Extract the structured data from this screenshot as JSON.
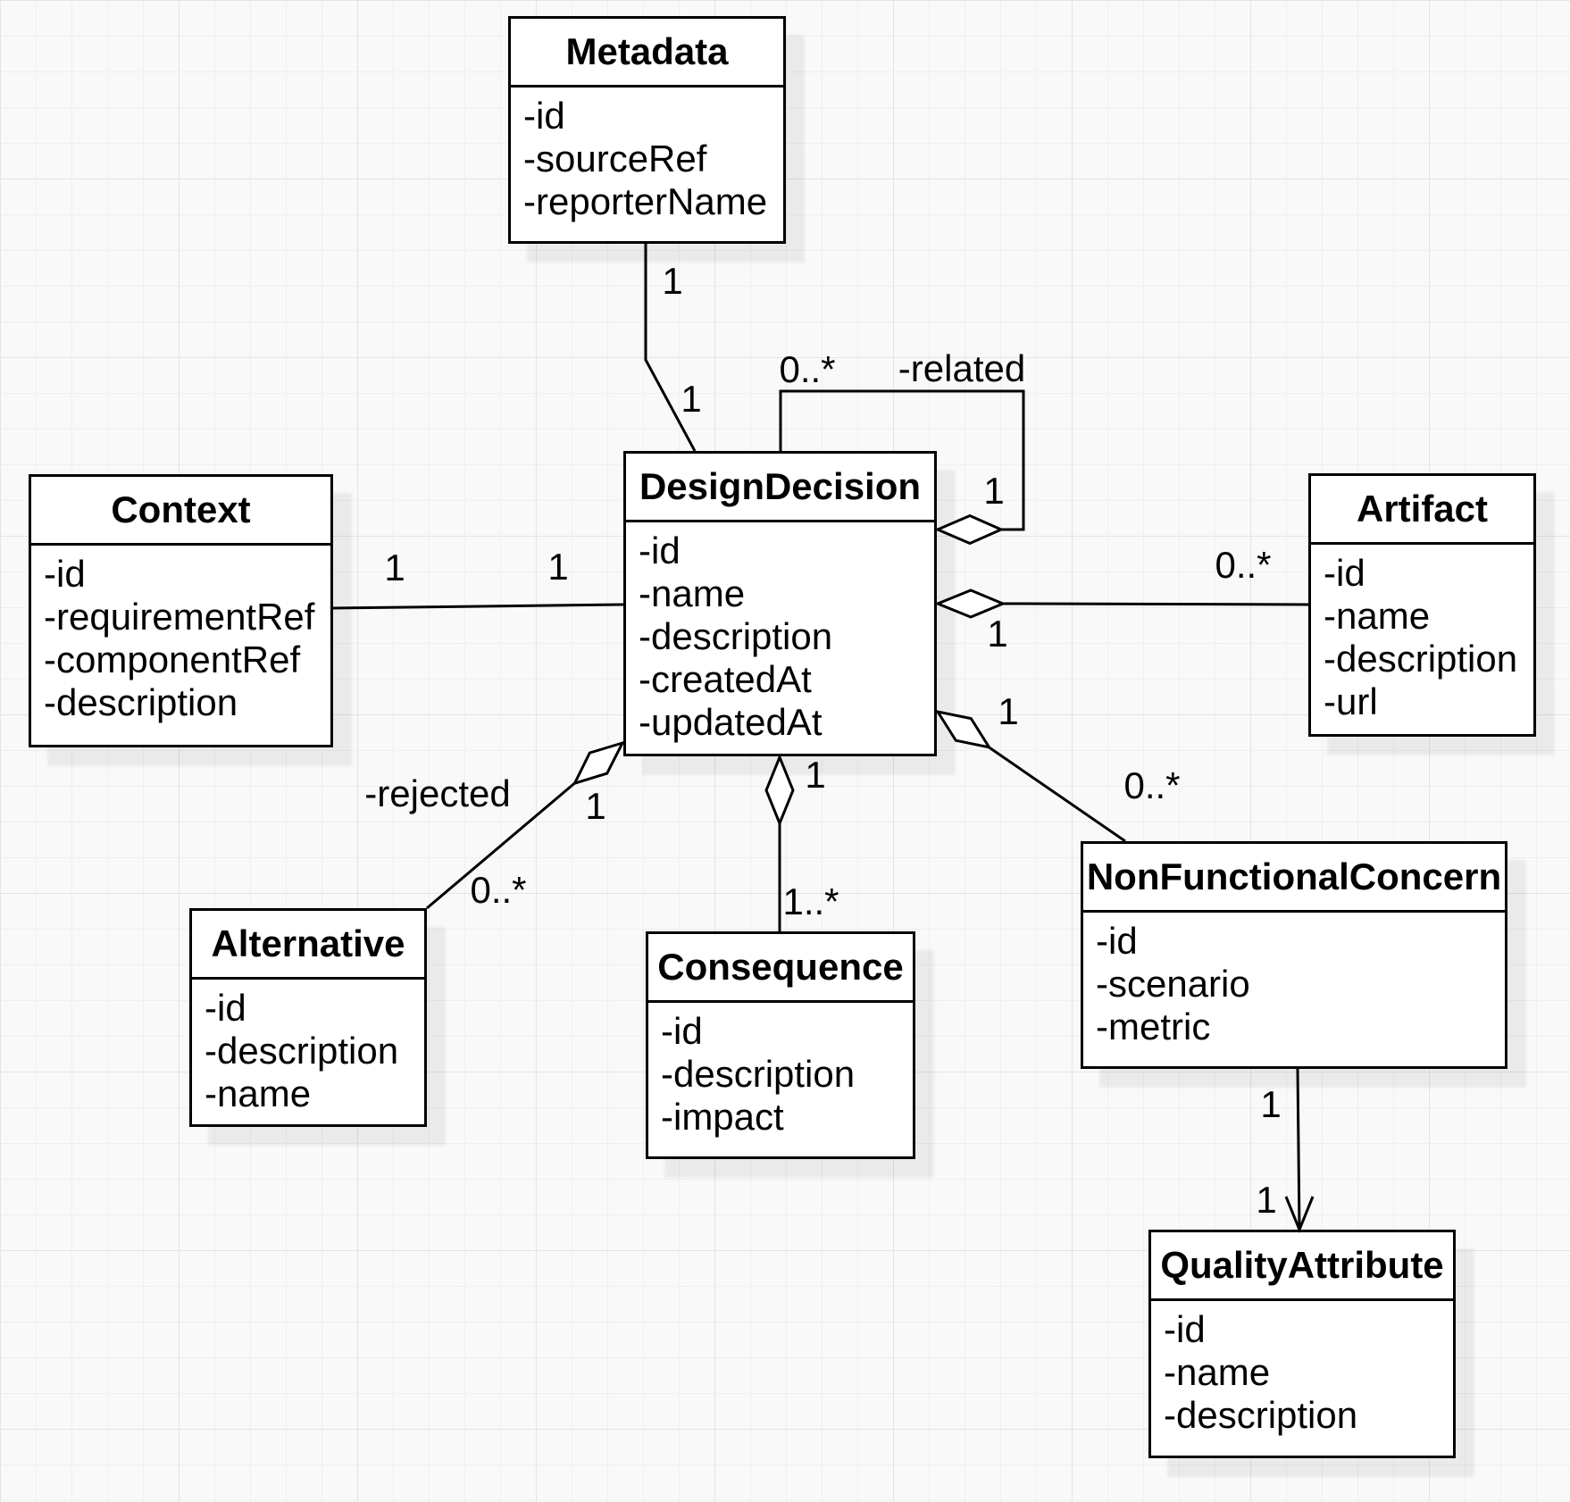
{
  "diagram": {
    "type": "uml-class-diagram",
    "style": {
      "line_color": "#000000",
      "box_fill": "#ffffff",
      "text_color": "#000000",
      "background": "#f9f9f9"
    },
    "classes": [
      {
        "name": "Metadata",
        "attributes": [
          "-id",
          "-sourceRef",
          "-reporterName"
        ]
      },
      {
        "name": "DesignDecision",
        "attributes": [
          "-id",
          "-name",
          "-description",
          "-createdAt",
          "-updatedAt"
        ]
      },
      {
        "name": "Context",
        "attributes": [
          "-id",
          "-requirementRef",
          "-componentRef",
          "-description"
        ]
      },
      {
        "name": "Artifact",
        "attributes": [
          "-id",
          "-name",
          "-description",
          "-url"
        ]
      },
      {
        "name": "Alternative",
        "attributes": [
          "-id",
          "-description",
          "-name"
        ]
      },
      {
        "name": "Consequence",
        "attributes": [
          "-id",
          "-description",
          "-impact"
        ]
      },
      {
        "name": "NonFunctionalConcern",
        "attributes": [
          "-id",
          "-scenario",
          "-metric"
        ]
      },
      {
        "name": "QualityAttribute",
        "attributes": [
          "-id",
          "-name",
          "-description"
        ]
      }
    ],
    "edges": {
      "metadata_to_designdecision": {
        "type": "association",
        "source_mult": "1",
        "target_mult": "1"
      },
      "designdecision_self_related": {
        "type": "aggregation",
        "label": "-related",
        "mult_many": "0..*",
        "mult_one": "1"
      },
      "context_to_designdecision": {
        "type": "association",
        "source_mult": "1",
        "target_mult": "1"
      },
      "designdecision_to_artifact": {
        "type": "aggregation",
        "source_mult": "1",
        "target_mult": "0..*"
      },
      "designdecision_to_alternative": {
        "type": "aggregation",
        "label": "-rejected",
        "source_mult": "1",
        "target_mult": "0..*"
      },
      "designdecision_to_consequence": {
        "type": "aggregation",
        "source_mult": "1",
        "target_mult": "1..*"
      },
      "designdecision_to_nonfunctionalconcern": {
        "type": "aggregation",
        "source_mult": "1",
        "target_mult": "0..*"
      },
      "nonfunctionalconcern_to_qualityattribute": {
        "type": "directed-association",
        "source_mult": "1",
        "target_mult": "1"
      }
    }
  }
}
